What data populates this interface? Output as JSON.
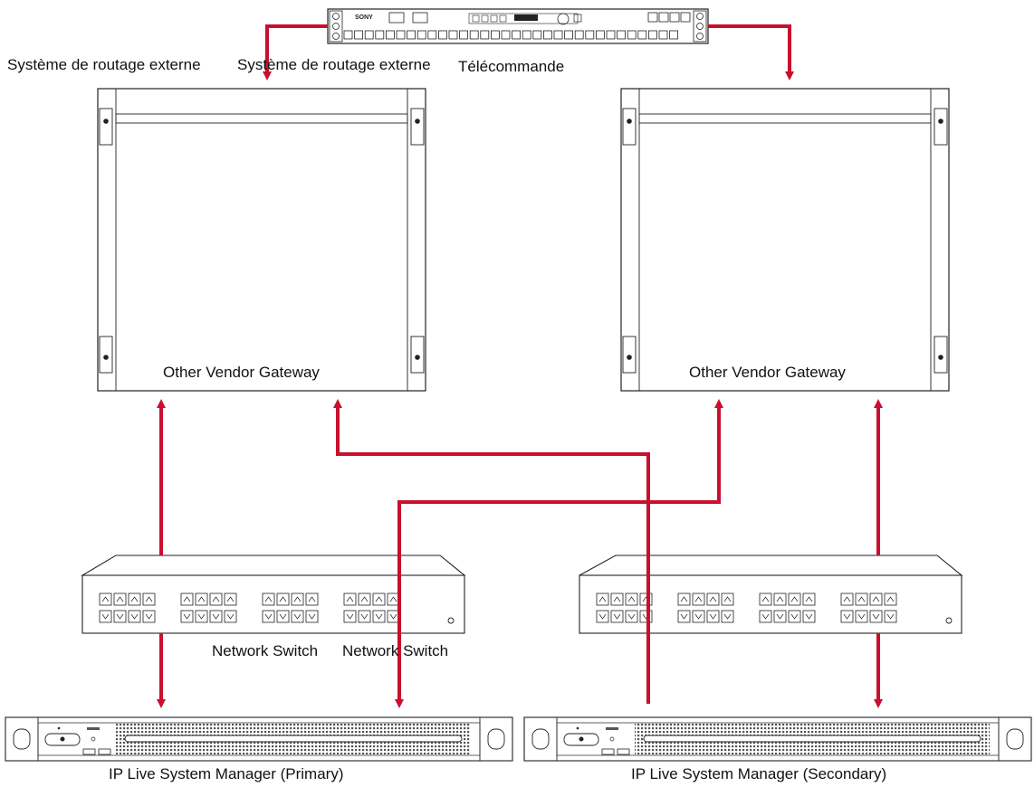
{
  "labels": {
    "external_router_1": "Système de routage externe",
    "external_router_2": "Système de routage externe",
    "remote_control": "Télécommande",
    "gateway_left": "Other Vendor Gateway",
    "gateway_right": "Other Vendor Gateway",
    "switch_left": "Network Switch",
    "switch_right": "Network Switch",
    "manager_primary": "IP Live System Manager (Primary)",
    "manager_secondary": "IP Live System Manager (Secondary)"
  },
  "remote_panel": {
    "brand": "SONY"
  },
  "colors": {
    "arrow": "#c8102e",
    "outline": "#222222"
  }
}
